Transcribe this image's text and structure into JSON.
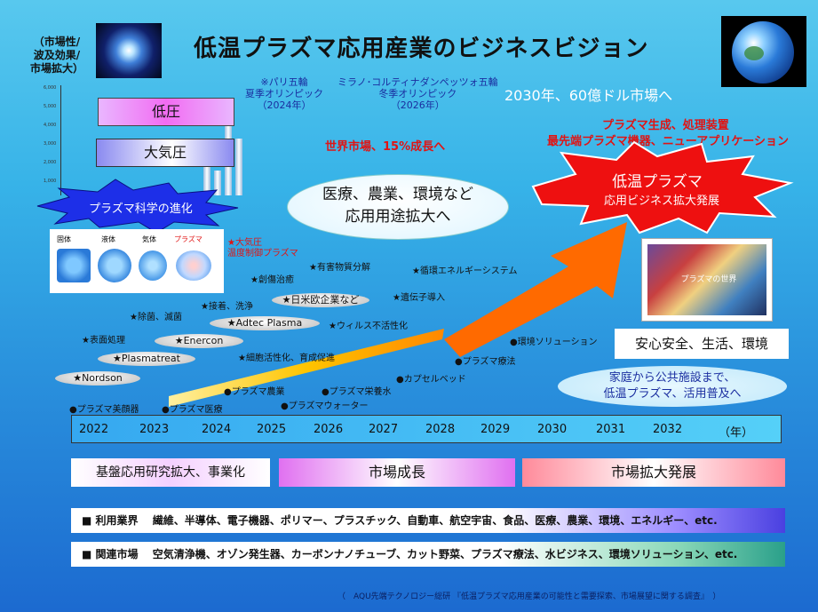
{
  "title": "低温プラズマ応用産業のビジネスビジョン",
  "yaxis_label": [
    "（市場性/",
    "波及効果/",
    "市場拡大）"
  ],
  "mini_ticks": [
    "6,000",
    "5,000",
    "4,000",
    "3,000",
    "2,000",
    "1,000"
  ],
  "paris": [
    "※パリ五輪",
    "夏季オリンピック",
    "（2024年）"
  ],
  "milano": [
    "ミラノ･コルティナダンペッツォ五輪",
    "冬季オリンピック",
    "（2026年）"
  ],
  "target_2030": "2030年、60億ドル市場へ",
  "world_market": "世界市場、15%成長へ",
  "plasma_equipment": [
    "プラズマ生成、処理装置",
    "最先端プラズマ機器、ニューアプリケーション"
  ],
  "low_pressure": "低圧",
  "atmospheric": "大気圧",
  "science_progress": "プラズマ科学の進化",
  "states": [
    "固体",
    "液体",
    "気体",
    "プラズマ"
  ],
  "medical_bubble": [
    "医療、農業、環境など",
    "応用用途拡大へ"
  ],
  "starburst": [
    "低温プラズマ",
    "応用ビジネス拡大発展"
  ],
  "world_image_label": "プラズマの世界",
  "stars": [
    "★大気圧\n温度制御プラズマ",
    "★有害物質分解",
    "★創傷治癒",
    "★循環エネルギーシステム",
    "★遺伝子導入",
    "★接着、洗浄",
    "★除菌、滅菌",
    "★ウィルス不活性化",
    "★表面処理",
    "★細胞活性化、育成促進"
  ],
  "companies": [
    "★日米欧企業など",
    "★Adtec Plasma",
    "★Enercon",
    "★Plasmatreat",
    "★Nordson"
  ],
  "dots": [
    "●環境ソリューション",
    "●プラズマ療法",
    "●カプセルベッド",
    "●プラズマ農業",
    "●プラズマ栄養水",
    "●プラズマウォーター",
    "●プラズマ美顔器",
    "●プラズマ医療"
  ],
  "years": [
    "2022",
    "2023",
    "2024",
    "2025",
    "2026",
    "2027",
    "2028",
    "2029",
    "2030",
    "2031",
    "2032",
    "（年）"
  ],
  "anshin": "安心安全、生活、環境",
  "katei": [
    "家庭から公共施設まで、",
    "低温プラズマ、活用普及へ"
  ],
  "phases": [
    "基盤応用研究拡大、事業化",
    "市場成長",
    "市場拡大発展"
  ],
  "industries": "■ 利用業界　 繊維、半導体、電子機器、ポリマー、プラスチック、自動車、航空宇宙、食品、医療、農業、環境、エネルギー、etc.",
  "related": "■ 関連市場　 空気清浄機、オゾン発生器、カーボンナノチューブ、カット野菜、プラズマ療法、水ビジネス、環境ソリューション、etc.",
  "source": "（　AQU先端テクノロジー総研 『低温プラズマ応用産業の可能性と需要探索、市場展望に関する調査』　）",
  "colors": {
    "red": "#e01414",
    "orange": "#ff7a00",
    "blue_text": "#1a2ea0"
  }
}
